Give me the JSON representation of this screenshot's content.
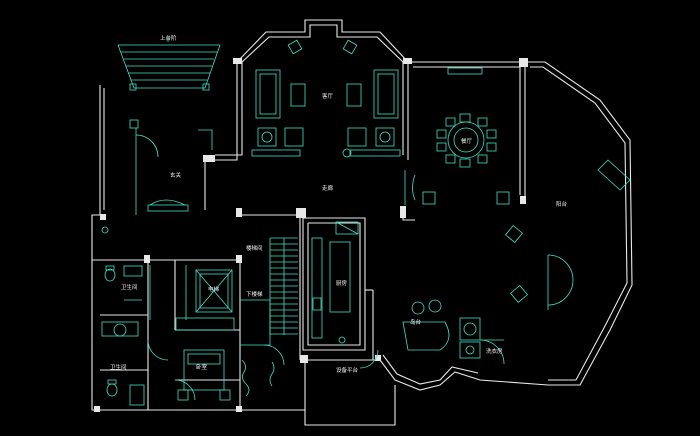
{
  "plan": {
    "colors": {
      "background": "#000000",
      "wall": "#e8e8e8",
      "wall_fill": "#0b0b0b",
      "furniture": "#3fe0c8",
      "door": "#3fe0c8",
      "text": "#f2f2f2"
    },
    "labels": {
      "entrance_step": "上台阶",
      "living_room": "客厅",
      "dining_room": "餐厅",
      "foyer": "玄关",
      "corridor": "走廊",
      "balcony": "阳台",
      "stair_up": "楼梯间",
      "stair_down": "下楼梯",
      "bathroom_1": "卫生间",
      "bathroom_2": "卫生间",
      "elevator": "电梯",
      "kitchen": "厨房",
      "bedroom": "卧室",
      "island": "岛台",
      "laundry": "洗衣房",
      "equipment_platform": "设备平台"
    }
  }
}
